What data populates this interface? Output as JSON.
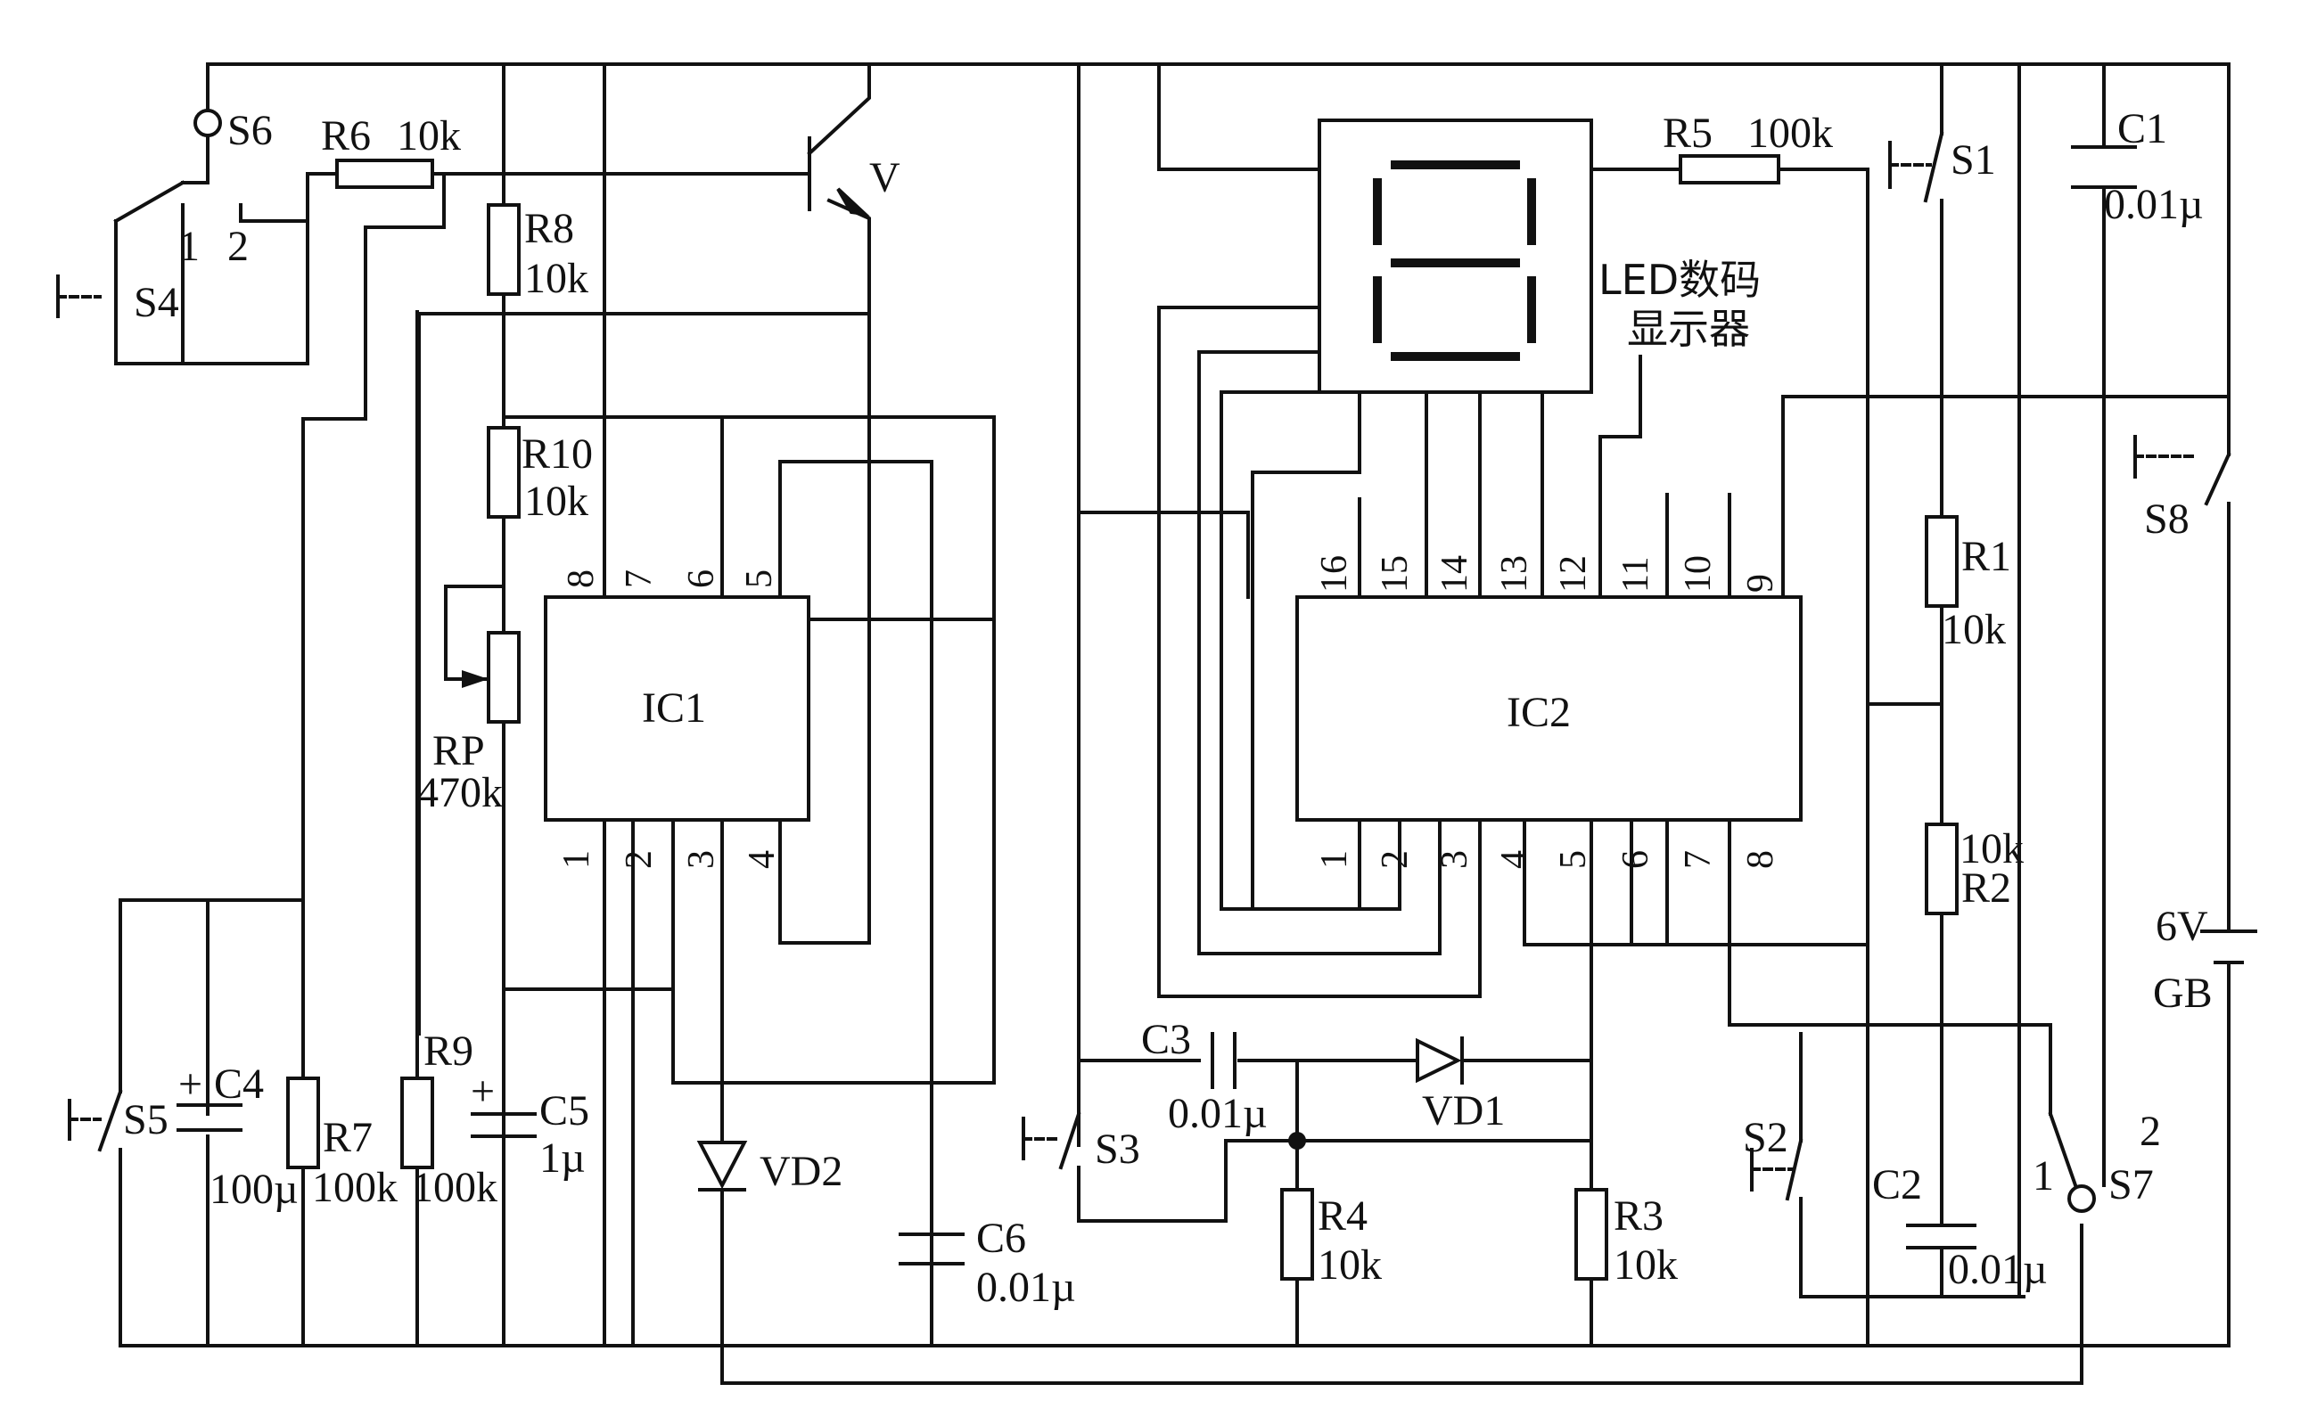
{
  "labels": {
    "s6": "S6",
    "r6": "R6",
    "r6v": "10k",
    "v": "V",
    "sw1": "1",
    "sw2": "2",
    "s4": "S4",
    "r8": "R8",
    "r8v": "10k",
    "r10": "R10",
    "r10v": "10k",
    "rp": "RP",
    "rpv": "470k",
    "ic1": "IC1",
    "ic1p8": "8",
    "ic1p7": "7",
    "ic1p6": "6",
    "ic1p5": "5",
    "ic1p1": "1",
    "ic1p2": "2",
    "ic1p3": "3",
    "ic1p4": "4",
    "s5": "S5",
    "c4": "C4",
    "c4v": "100µ",
    "r7": "R7",
    "r7v": "100k",
    "r9": "R9",
    "r9v": "100k",
    "c5": "C5",
    "c5v": "1µ",
    "vd2": "VD2",
    "c6": "C6",
    "c6v": "0.01µ",
    "led1": "LED数码",
    "led2": "显示器",
    "r5": "R5",
    "r5v": "100k",
    "ic2": "IC2",
    "ic2p16": "16",
    "ic2p15": "15",
    "ic2p14": "14",
    "ic2p13": "13",
    "ic2p12": "12",
    "ic2p11": "11",
    "ic2p10": "10",
    "ic2p9": "9",
    "ic2p1": "1",
    "ic2p2": "2",
    "ic2p3": "3",
    "ic2p4": "4",
    "ic2p5": "5",
    "ic2p6": "6",
    "ic2p7": "7",
    "ic2p8": "8",
    "c3": "C3",
    "c3v": "0.01µ",
    "vd1": "VD1",
    "s3": "S3",
    "r4": "R4",
    "r4v": "10k",
    "r3": "R3",
    "r3v": "10k",
    "s1": "S1",
    "r1": "R1",
    "r1v": "10k",
    "r2v": "10k",
    "r2": "R2",
    "s2": "S2",
    "c2": "C2",
    "c2v": "0.01µ",
    "c1": "C1",
    "c1v": "0.01µ",
    "s8": "S8",
    "gbv": "6V",
    "gb": "GB",
    "s7": "S7",
    "s7a": "1",
    "s7b": "2"
  }
}
